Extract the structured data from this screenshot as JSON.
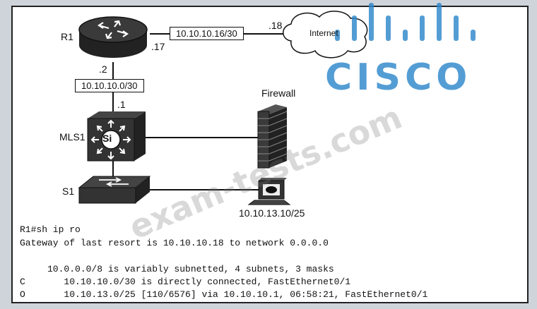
{
  "diagram": {
    "nodes": {
      "r1": "R1",
      "mls1": "MLS1",
      "s1": "S1",
      "firewall": "Firewall",
      "internet": "Internet",
      "host": "10.10.13.10/25"
    },
    "subnets": {
      "r1_internet": "10.10.10.16/30",
      "r1_mls1": "10.10.10.0/30"
    },
    "interfaces": {
      "r1_to_internet": ".17",
      "internet_side": ".18",
      "r1_down": ".2",
      "mls1_up": ".1"
    },
    "mls1_icon_text": "Si"
  },
  "console": {
    "prompt": "R1#sh ip ro",
    "gateway": "Gateway of last resort is 10.10.10.18 to network 0.0.0.0",
    "summary": "     10.0.0.0/8 is variably subnetted, 4 subnets, 3 masks",
    "routes": [
      "C       10.10.10.0/30 is directly connected, FastEthernet0/1",
      "O       10.10.13.0/25 [110/6576] via 10.10.10.1, 06:58:21, FastEthernet0/1"
    ]
  },
  "watermarks": {
    "text": "exam-tests.com",
    "logo": "CISCO",
    "logo_color": "#2e88cb"
  }
}
